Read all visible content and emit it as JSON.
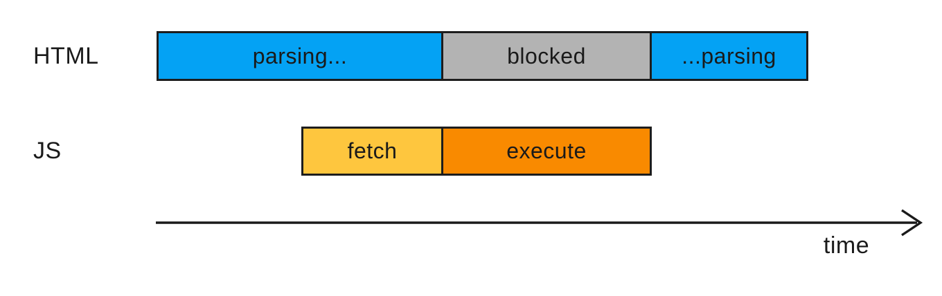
{
  "diagram": {
    "type": "timeline",
    "rows": [
      {
        "label": "HTML",
        "segments": [
          {
            "label": "parsing...",
            "color": "#04a2f4"
          },
          {
            "label": "blocked",
            "color": "#b3b3b3"
          },
          {
            "label": "...parsing",
            "color": "#04a2f4"
          }
        ]
      },
      {
        "label": "JS",
        "segments": [
          {
            "label": "fetch",
            "color": "#fec63e"
          },
          {
            "label": "execute",
            "color": "#f98a00"
          }
        ]
      }
    ],
    "axis": {
      "label": "time"
    },
    "colors": {
      "border": "#1d1d1d",
      "text": "#1a1a1a",
      "background": "#ffffff"
    }
  }
}
